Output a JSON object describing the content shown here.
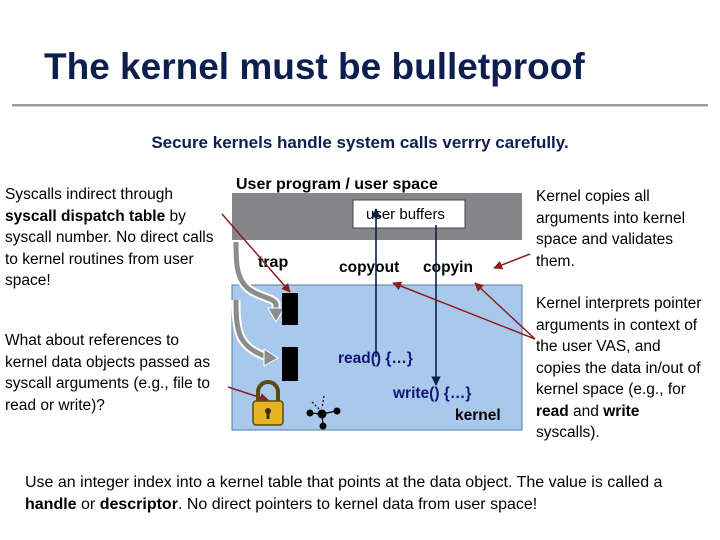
{
  "slide": {
    "title": "The kernel must be bulletproof",
    "subtitle": "Secure kernels handle system calls verrry carefully."
  },
  "left_text": {
    "p1": [
      {
        "text": "Syscalls indirect through ",
        "bold": false
      },
      {
        "text": "syscall dispatch table",
        "bold": true
      },
      {
        "text": " by syscall number.  No direct calls to kernel routines from user space!",
        "bold": false
      }
    ],
    "p2": [
      {
        "text": "What about references to kernel data objects passed as syscall arguments (e.g., file to read or write)?",
        "bold": false
      }
    ]
  },
  "right_text": {
    "p1": [
      {
        "text": "Kernel copies all arguments into kernel space and validates them.",
        "bold": false
      }
    ],
    "p2": [
      {
        "text": "Kernel interprets pointer arguments in context of the user VAS, and copies the data in/out of kernel space (e.g., for ",
        "bold": false
      },
      {
        "text": "read",
        "bold": true
      },
      {
        "text": " and ",
        "bold": false
      },
      {
        "text": "write",
        "bold": true
      },
      {
        "text": " syscalls).",
        "bold": false
      }
    ]
  },
  "bottom_text": [
    {
      "text": "Use an integer index into a kernel table that points at the data object.  The value is called a ",
      "bold": false
    },
    {
      "text": "handle",
      "bold": true
    },
    {
      "text": " or ",
      "bold": false
    },
    {
      "text": "descriptor",
      "bold": true
    },
    {
      "text": ".  No direct pointers to kernel data from user space!",
      "bold": false
    }
  ],
  "diagram": {
    "user_space_label": "User program / user space",
    "user_buffers_label": "user buffers",
    "trap_label": "trap",
    "copyout_label": "copyout",
    "copyin_label": "copyin",
    "read_label": "read() {…}",
    "write_label": "write() {…}",
    "kernel_label": "kernel",
    "icons": [
      "lock-icon",
      "handle-graph-icon"
    ],
    "colors": {
      "user_box": "#85858a",
      "kernel_box": "#a9c9ec",
      "accent_text": "#13137a",
      "arrows": "#8e1d1d"
    }
  }
}
